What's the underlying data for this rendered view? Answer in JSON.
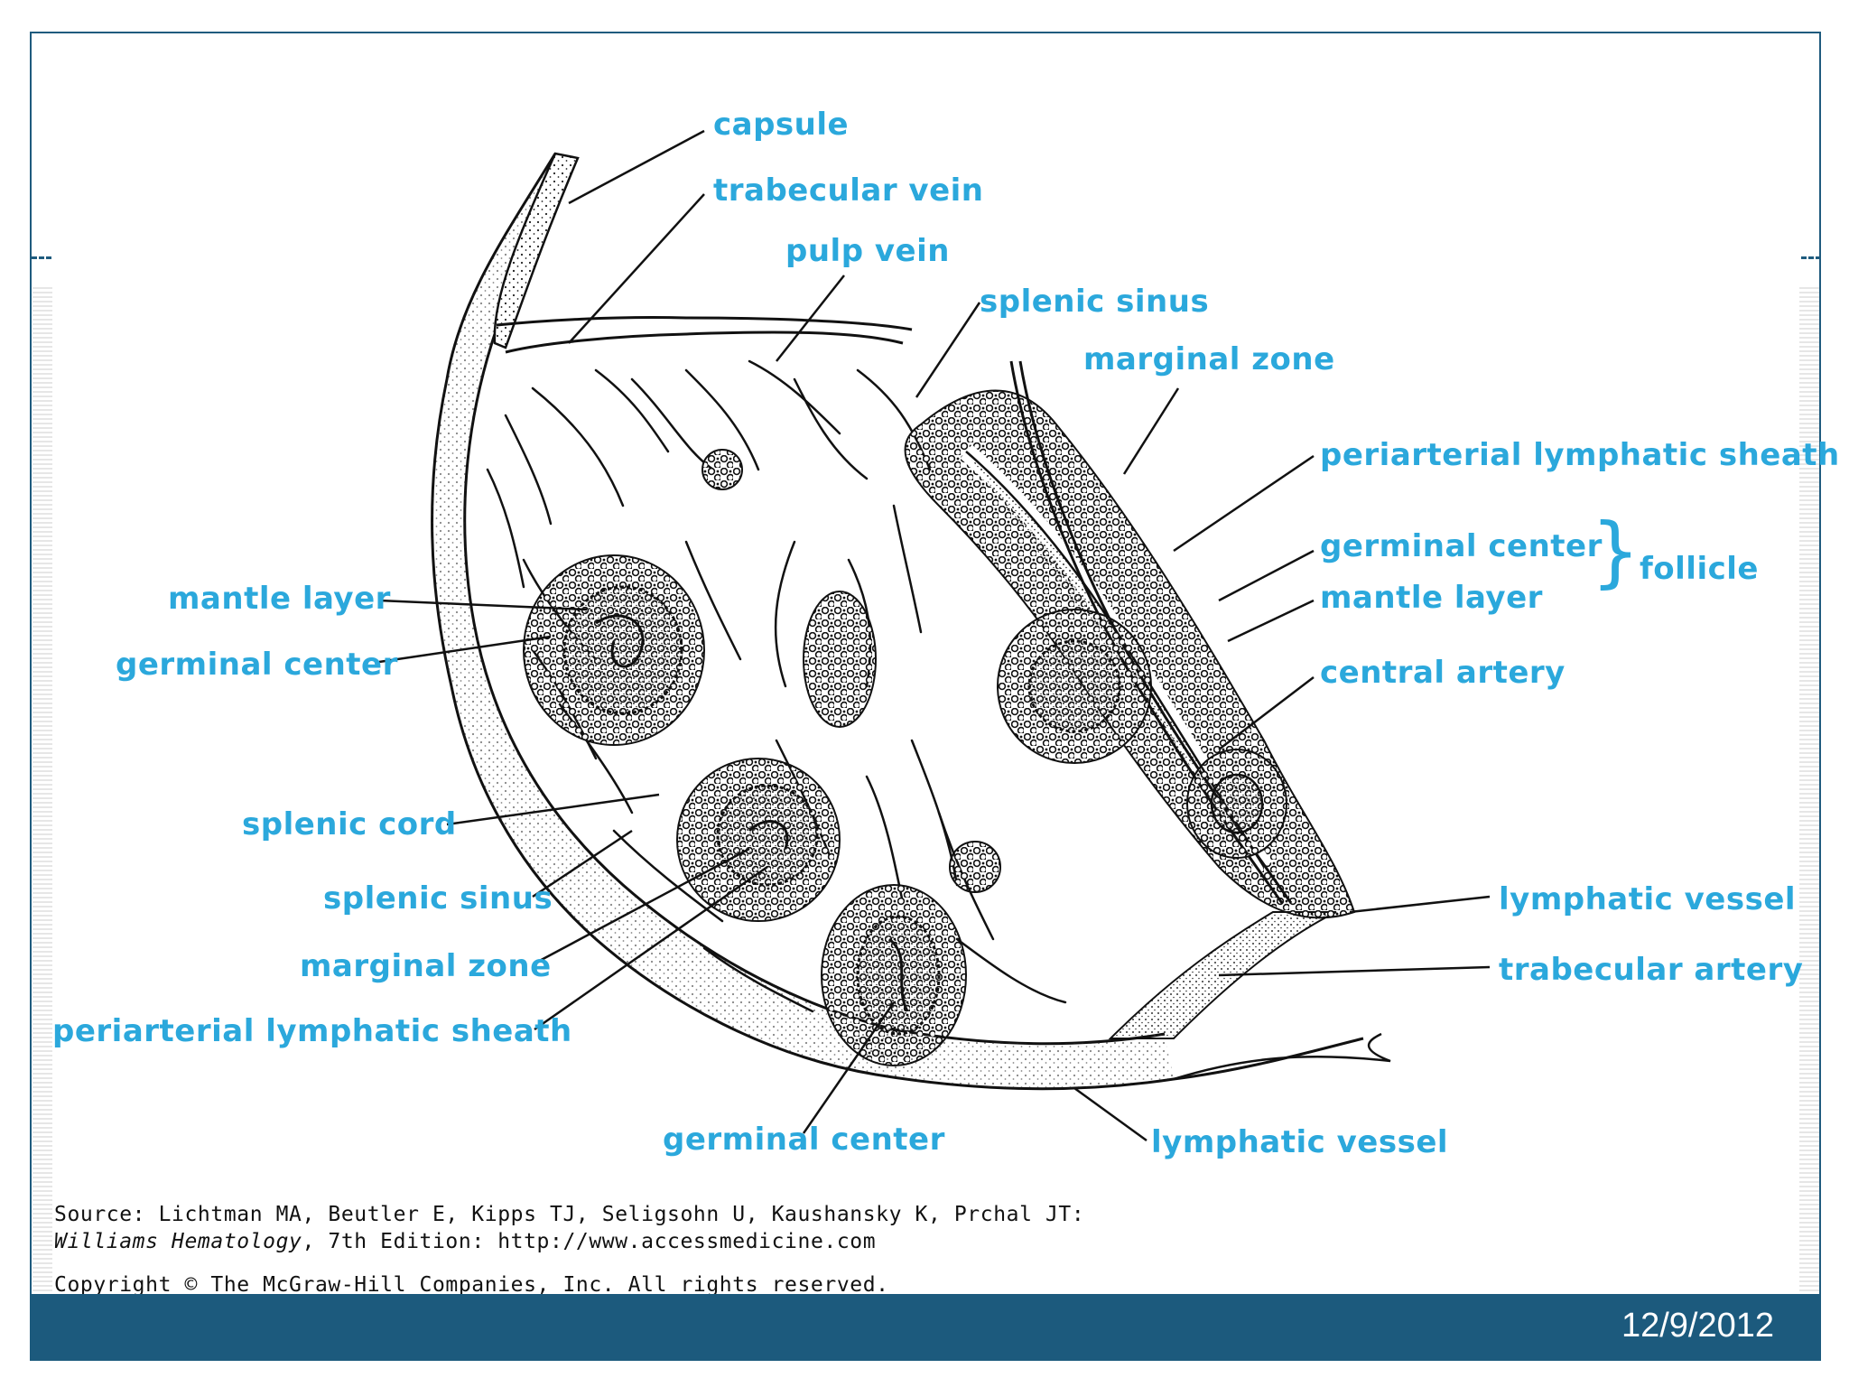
{
  "labels": {
    "capsule": "capsule",
    "trabecular_vein": "trabecular vein",
    "pulp_vein": "pulp vein",
    "splenic_sinus_top": "splenic sinus",
    "marginal_zone_top": "marginal zone",
    "pals_right": "periarterial lymphatic sheath",
    "germinal_center_right": "germinal center",
    "mantle_layer_right": "mantle layer",
    "follicle": "follicle",
    "central_artery": "central artery",
    "mantle_layer_left": "mantle layer",
    "germinal_center_left": "germinal center",
    "splenic_cord": "splenic cord",
    "splenic_sinus_left": "splenic sinus",
    "marginal_zone_left": "marginal zone",
    "pals_left": "periarterial lymphatic sheath",
    "germinal_center_bottom": "germinal center",
    "lymphatic_vessel_right": "lymphatic vessel",
    "trabecular_artery": "trabecular artery",
    "lymphatic_vessel_bottom": "lymphatic vessel"
  },
  "source": {
    "line1": "Source: Lichtman MA, Beutler E, Kipps TJ, Seligsohn U, Kaushansky K, Prchal JT:",
    "book": "Williams Hematology",
    "line2_rest": ", 7th Edition: http://www.accessmedicine.com",
    "copyright": "Copyright © The McGraw-Hill Companies, Inc. All rights reserved."
  },
  "footer": {
    "date": "12/9/2012"
  },
  "colors": {
    "label": "#2ba8dc",
    "footer_bar": "#1c5a7d",
    "frame": "#1f5b7e"
  }
}
